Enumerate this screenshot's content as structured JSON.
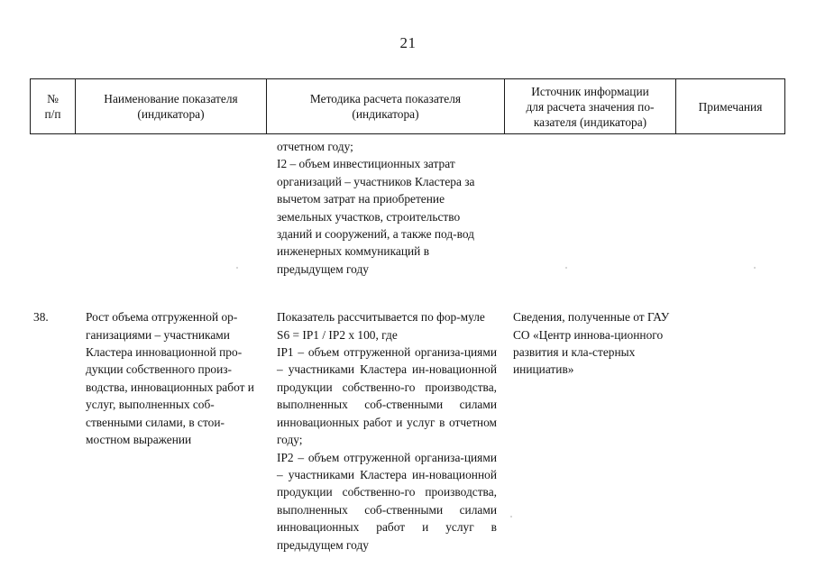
{
  "page": {
    "number": "21"
  },
  "table": {
    "headers": [
      {
        "line1": "№",
        "line2": "п/п"
      },
      {
        "line1": "Наименование показателя",
        "line2": "(индикатора)"
      },
      {
        "line1": "Методика расчета показателя",
        "line2": "(индикатора)"
      },
      {
        "line1": "Источник информации",
        "line2": "для расчета значения по-",
        "line3": "казателя (индикатора)"
      },
      {
        "line1": "Примечания",
        "line2": ""
      }
    ],
    "rows": [
      {
        "num": "",
        "name": "",
        "method": "отчетном году;\nI2 – объем инвестиционных затрат организаций – участников Кластера за вычетом затрат на приобретение земельных участков, строительство зданий и сооружений, а также под-вод инженерных коммуникаций в предыдущем году",
        "source": "",
        "note": ""
      },
      {
        "num": "38.",
        "name": "Рост объема отгруженной ор-ганизациями – участниками Кластера инновационной про-дукции собственного произ-водства, инновационных работ и услуг, выполненных соб-ственными силами, в стои-мостном выражении",
        "method": "Показатель рассчитывается по фор-муле\nS6 = IP1 / IP2 x 100, где\nIP1 – объем отгруженной организа-циями  – участниками Кластера ин-новационной продукции собственно-го производства, выполненных соб-ственными силами инновационных работ и услуг в отчетном году;\nIP2 – объем отгруженной организа-циями  –  участниками Кластера ин-новационной продукции собственно-го производства,  выполненных соб-ственными  силами  инновационных работ и услуг  в предыдущем году",
        "source": "Сведения, полученные от ГАУ СО «Центр иннова-ционного развития и кла-стерных инициатив»",
        "note": ""
      }
    ]
  }
}
